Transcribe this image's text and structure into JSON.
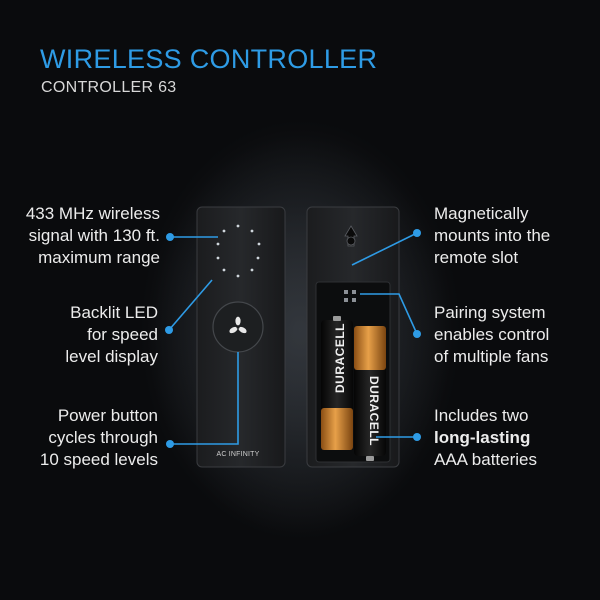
{
  "header": {
    "title": "WIRELESS CONTROLLER",
    "subtitle": "CONTROLLER 63"
  },
  "callouts_left": [
    {
      "lines": [
        "433 MHz wireless",
        "signal with 130 ft.",
        "maximum range"
      ]
    },
    {
      "lines": [
        "Backlit LED",
        "for speed",
        "level display"
      ]
    },
    {
      "lines": [
        "Power button",
        "cycles through",
        "10 speed levels"
      ]
    }
  ],
  "callouts_right": [
    {
      "lines": [
        "Magnetically",
        "mounts into the",
        "remote slot"
      ]
    },
    {
      "lines": [
        "Pairing system",
        "enables control",
        "of multiple fans"
      ]
    },
    {
      "lines": [
        "Includes two",
        "long-lasting",
        "AAA batteries"
      ]
    }
  ],
  "device": {
    "brand_text": "AC INFINITY",
    "battery_label": "DURACELL",
    "power_icon": "fan-icon"
  },
  "colors": {
    "accent": "#2e9be5",
    "background": "#0f1113",
    "battery_copper": "#d38a2c",
    "battery_black": "#121212"
  }
}
